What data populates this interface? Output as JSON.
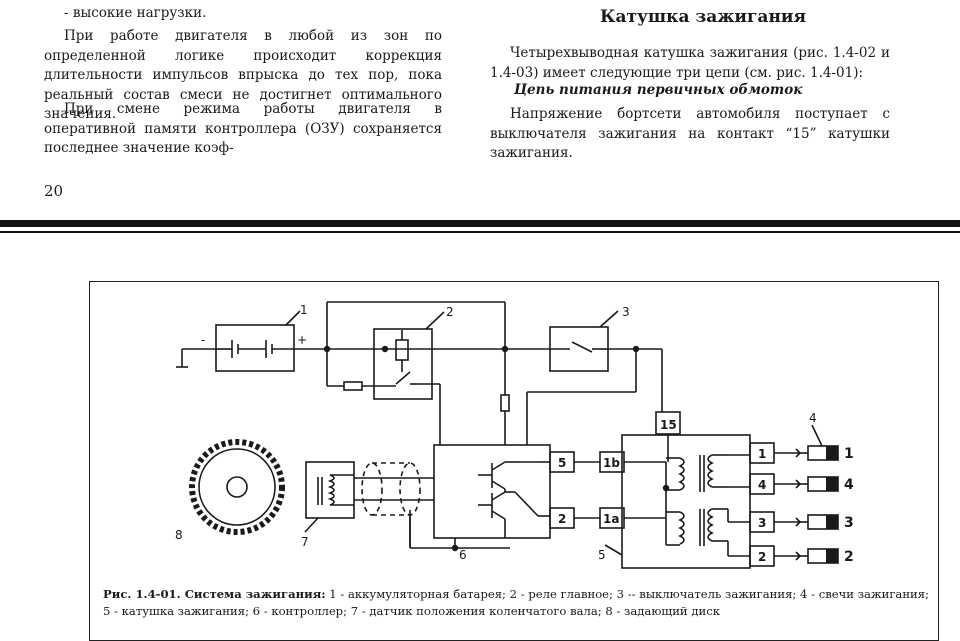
{
  "left_column": {
    "top_line": "- высокие нагрузки.",
    "para1": "При работе двигателя в любой из зон по определенной логике происходит коррекция длительности импульсов впрыска до тех пор, пока реальный состав смеси не достигнет оптимального значения.",
    "para2": "При смене режима работы двигателя в оперативной памяти контроллера (ОЗУ) сохраняется последнее значение коэф-"
  },
  "right_column": {
    "heading": "Катушка зажигания",
    "para1": "Четырехвыводная катушка зажигания (рис. 1.4-02 и 1.4-03) имеет следующие три цепи (см. рис. 1.4-01):",
    "subheading": "Цепь питания первичных обмоток",
    "para2": "Напряжение бортсети автомобиля поступает с выключателя зажигания на контакт “15” катушки зажигания."
  },
  "page_number": "20",
  "figure": {
    "callouts": {
      "battery": "1",
      "relay": "2",
      "switch": "3",
      "plugs": "4",
      "coil": "5",
      "controller": "6",
      "sensor": "7",
      "disk": "8"
    },
    "battery_minus": "-",
    "battery_plus": "+",
    "terminal_15": "15",
    "controller_pins": {
      "upper": "5",
      "lower": "2"
    },
    "coil_inputs": {
      "upper": "1b",
      "lower": "1a"
    },
    "coil_outputs": [
      "1",
      "4",
      "3",
      "2"
    ],
    "plug_labels": [
      "1",
      "4",
      "3",
      "2"
    ],
    "caption_title": "Рис. 1.4-01. Система зажигания:",
    "caption_text": " 1 - аккумуляторная батарея; 2 - реле главное; 3 -- выключатель зажигания; 4 - свечи зажигания; 5 - катушка зажигания; 6 - контроллер; 7 - датчик положения коленчатого вала; 8 - задающий диск"
  }
}
